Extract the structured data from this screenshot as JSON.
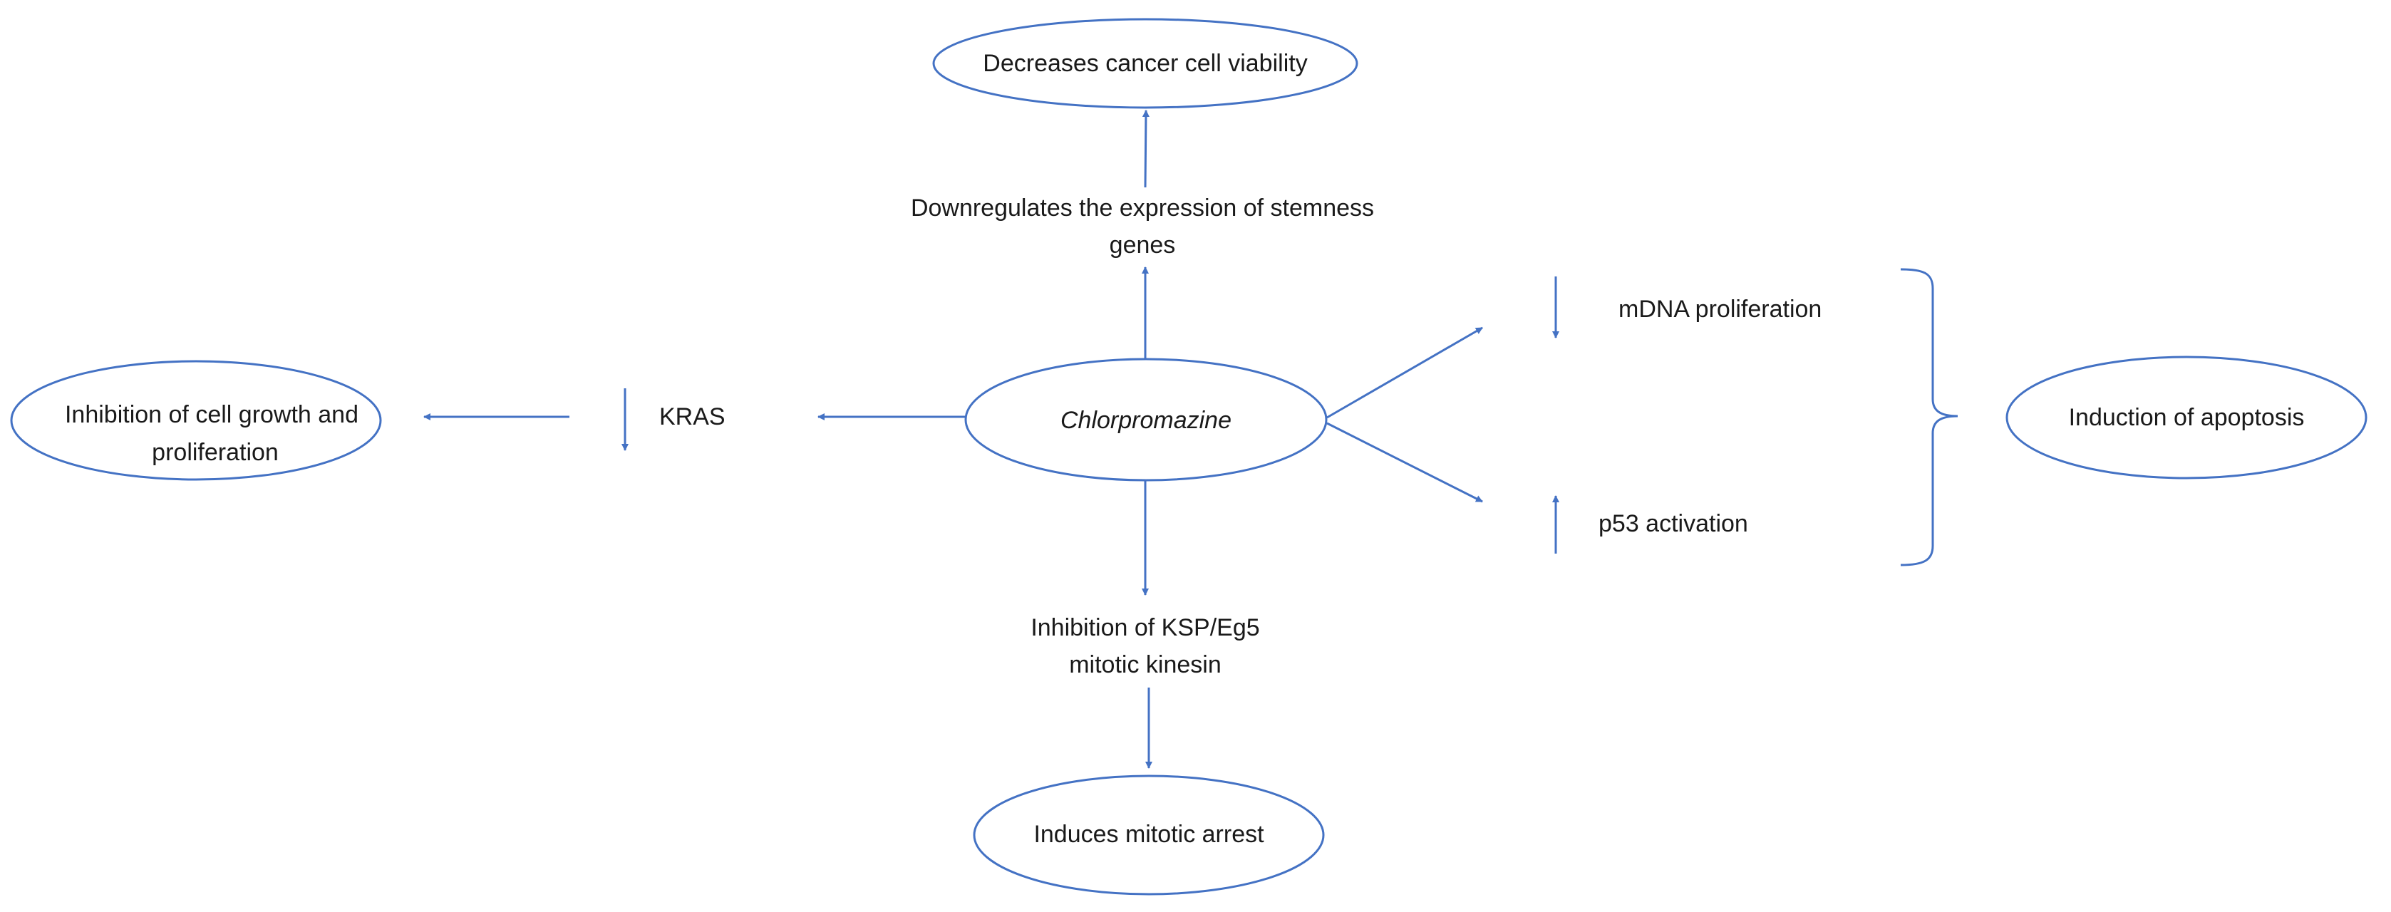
{
  "colors": {
    "stroke": "#4472c4",
    "text": "#1a1a1a",
    "background": "#ffffff"
  },
  "nodes": {
    "center": "Chlorpromazine",
    "top_outcome": "Decreases cancer cell viability",
    "top_mechanism_line1": "Downregulates the expression of stemness",
    "top_mechanism_line2": "genes",
    "left_outcome_line1": "Inhibition of cell growth and",
    "left_outcome_line2": "proliferation",
    "left_mechanism": "KRAS",
    "right_upper_mechanism": "mDNA proliferation",
    "right_lower_mechanism": "p53 activation",
    "right_outcome": "Induction of apoptosis",
    "bottom_mechanism_line1": "Inhibition of KSP/Eg5",
    "bottom_mechanism_line2": "mitotic kinesin",
    "bottom_outcome": "Induces mitotic arrest"
  }
}
